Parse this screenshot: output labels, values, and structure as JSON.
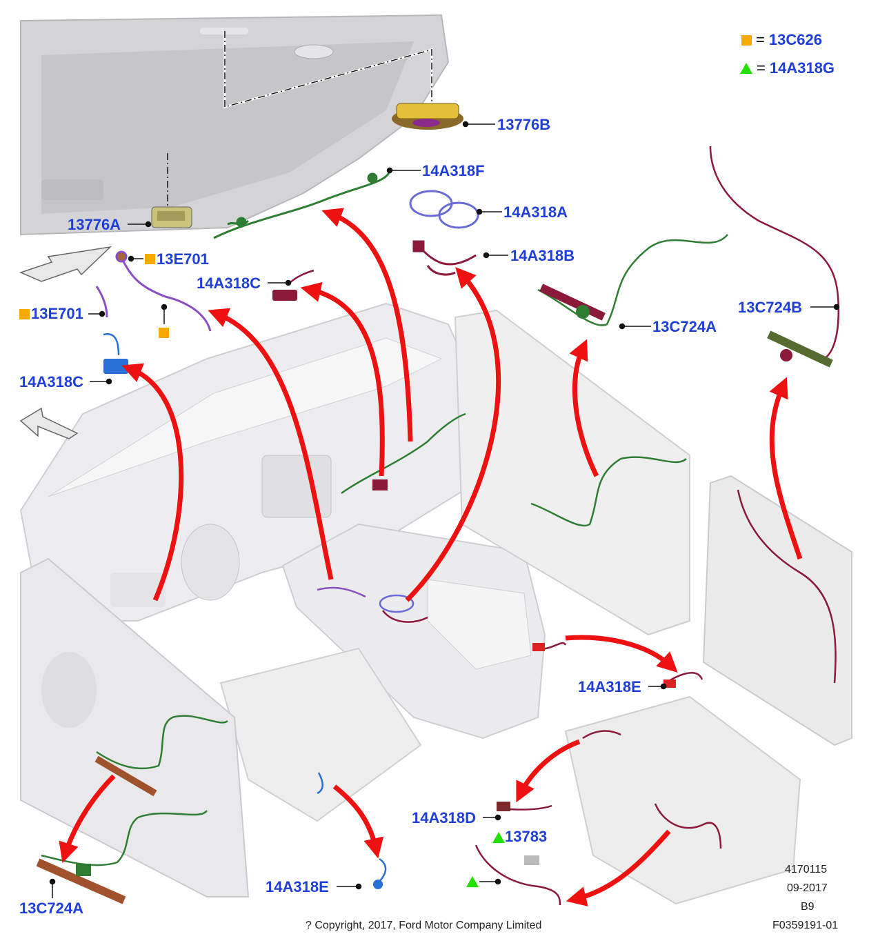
{
  "legend": {
    "square": {
      "symbol": "orange-square",
      "color": "#f7a900",
      "equals": "=",
      "label": "13C626"
    },
    "triangle": {
      "symbol": "green-triangle",
      "color": "#22e000",
      "equals": "=",
      "label": "14A318G"
    }
  },
  "callouts": {
    "c13776B": "13776B",
    "c14A318F": "14A318F",
    "c14A318A": "14A318A",
    "c14A318B": "14A318B",
    "c13776A": "13776A",
    "c13E701_top": "13E701",
    "c13E701_left": "13E701",
    "c14A318C_mid": "14A318C",
    "c14A318C_left": "14A318C",
    "c13C724A_right": "13C724A",
    "c13C724B": "13C724B",
    "c14A318E_right": "14A318E",
    "c14A318D": "14A318D",
    "c13783": "13783",
    "c14A318E_bottom": "14A318E",
    "c13C724A_bottom": "13C724A"
  },
  "colors": {
    "callout": "#1f3fd6",
    "arrow": "#ee1111",
    "harness_green": "#2e7d32",
    "harness_purple": "#8a4fc2",
    "harness_maroon": "#8b1a3a",
    "harness_blue": "#2a6fd6"
  },
  "footer": {
    "ref_number": "4170115",
    "date": "09-2017",
    "revision": "B9",
    "figure_id": "F0359191-01",
    "copyright": "? Copyright, 2017, Ford Motor Company Limited"
  }
}
